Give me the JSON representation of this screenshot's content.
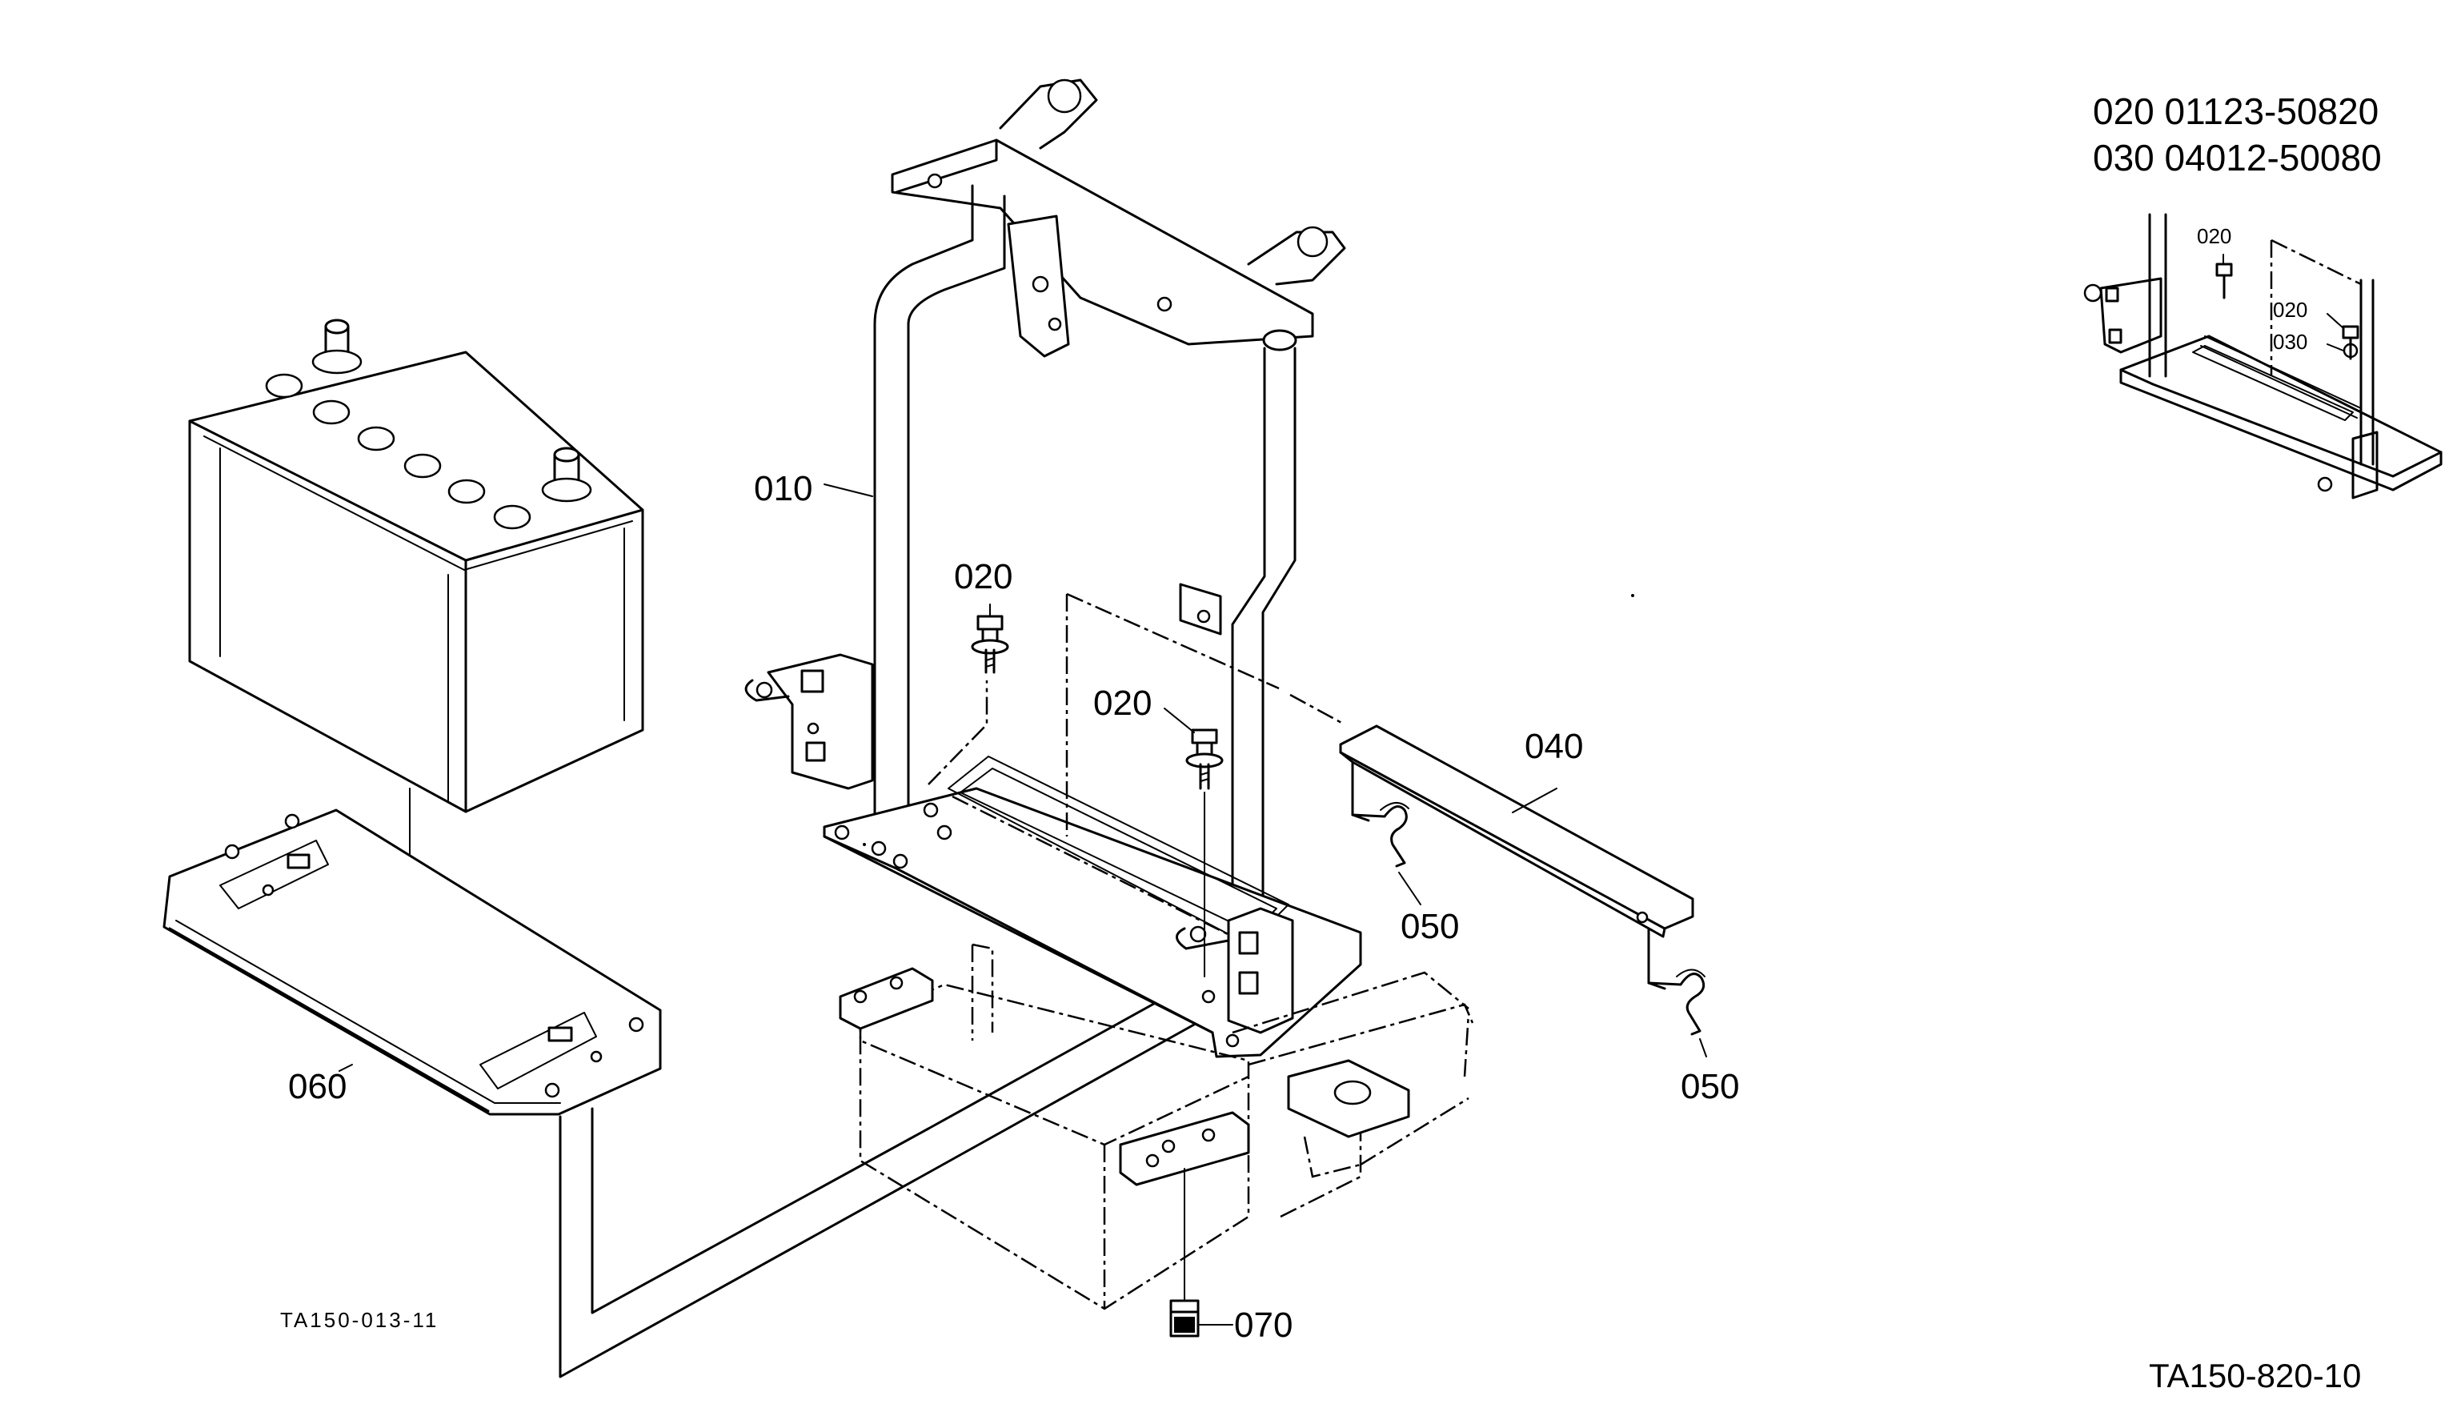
{
  "header": {
    "line1": "020 01123-50820",
    "line2": "030 04012-50080"
  },
  "inset": {
    "callout_020_top": "020",
    "callout_020_mid": "020",
    "callout_030": "030"
  },
  "callouts": {
    "c010": "010",
    "c020_left": "020",
    "c020_right": "020",
    "c040": "040",
    "c050_left": "050",
    "c050_right": "050",
    "c060": "060",
    "c070": "070"
  },
  "refs": {
    "small": "TA150-013-11",
    "main": "TA150-820-10"
  }
}
